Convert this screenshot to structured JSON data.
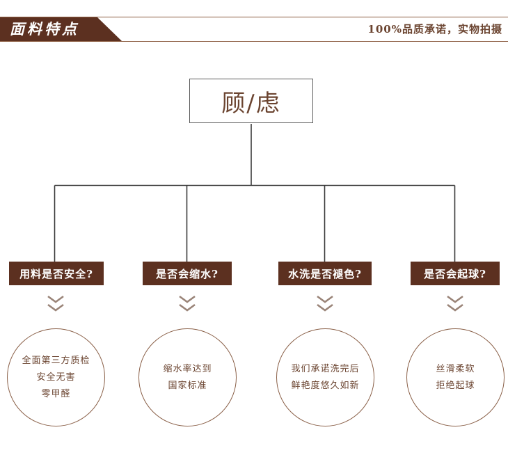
{
  "header": {
    "banner_title": "面料特点",
    "note": "100%品质承诺，实物拍摄",
    "banner_color": "#5c3020",
    "rule_color": "#8a5a3e"
  },
  "diagram": {
    "root": {
      "label": "顾/虑",
      "border_color": "#5a5a5a",
      "text_color": "#6b4430"
    },
    "branches": [
      {
        "question": "用料是否安全?",
        "arrow_icon": "double-chevron-down-icon",
        "answer_lines": [
          "全面第三方质检",
          "安全无害",
          "零甲醛"
        ]
      },
      {
        "question": "是否会缩水?",
        "arrow_icon": "double-chevron-down-icon",
        "answer_lines": [
          "缩水率达到",
          "国家标准"
        ]
      },
      {
        "question": "水洗是否褪色?",
        "arrow_icon": "double-chevron-down-icon",
        "answer_lines": [
          "我们承诺洗完后",
          "鲜艳度悠久如新"
        ]
      },
      {
        "question": "是否会起球?",
        "arrow_icon": "double-chevron-down-icon",
        "answer_lines": [
          "丝滑柔软",
          "拒绝起球"
        ]
      }
    ],
    "colors": {
      "box_fill": "#5c3020",
      "box_text": "#ffffff",
      "circle_stroke": "#8a6048",
      "circle_text": "#6b4430",
      "connector": "#3a3a3a",
      "chevron": "#9a8478"
    }
  }
}
